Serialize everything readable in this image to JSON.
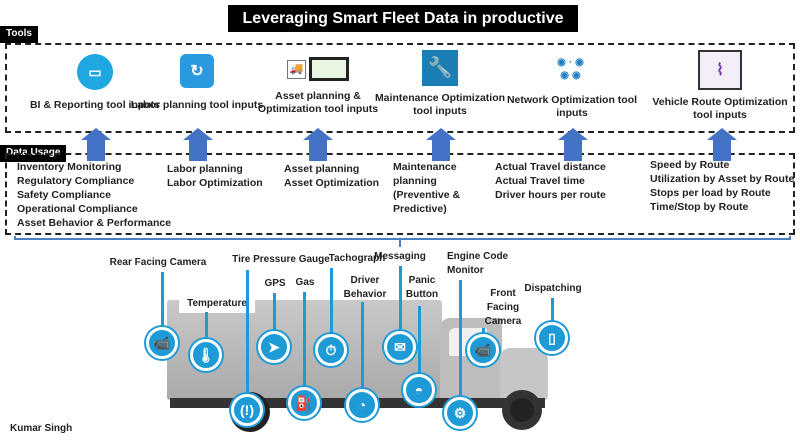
{
  "title": "Leveraging Smart Fleet Data in productive ways",
  "tools_label": "Tools",
  "data_usage_label": "Data Usage",
  "tools": [
    {
      "label": "BI & Reporting tool inputs",
      "icon": "bi-dashboard-icon"
    },
    {
      "label": "Labor planning tool inputs",
      "icon": "labor-cycle-icon"
    },
    {
      "label": "Asset planning & Optimization tool inputs",
      "icon": "trucks-monitor-icon"
    },
    {
      "label": "Maintenance Optimization tool inputs",
      "icon": "wrench-hand-icon"
    },
    {
      "label": "Network Optimization tool inputs",
      "icon": "network-icon"
    },
    {
      "label": "Vehicle Route Optimization tool inputs",
      "icon": "route-map-icon"
    }
  ],
  "usage": [
    [
      "Inventory Monitoring",
      "Regulatory Compliance",
      "Safety Compliance",
      "Operational Compliance",
      "Asset Behavior & Performance"
    ],
    [
      "Labor planning",
      "Labor Optimization"
    ],
    [
      "Asset planning",
      "Asset Optimization"
    ],
    [
      "Maintenance planning (Preventive & Predictive)"
    ],
    [
      "Actual Travel distance",
      "Actual Travel time",
      "Driver hours per route"
    ],
    [
      "Speed by Route",
      "Utilization by Asset by Route",
      "Stops per load by Route",
      "Time/Stop by Route"
    ]
  ],
  "features": [
    {
      "label": "Rear Facing Camera",
      "icon": "camera-icon"
    },
    {
      "label": "Temperature",
      "icon": "thermometer-icon"
    },
    {
      "label": "Tire Pressure Gauge",
      "icon": "tire-pressure-icon"
    },
    {
      "label": "GPS",
      "icon": "gps-arrow-icon"
    },
    {
      "label": "Gas",
      "icon": "fuel-pump-icon"
    },
    {
      "label": "Tachograph",
      "icon": "stopwatch-icon"
    },
    {
      "label": "Driver Behavior",
      "icon": "speedometer-icon"
    },
    {
      "label": "Messaging",
      "icon": "envelope-icon"
    },
    {
      "label": "Panic Button",
      "icon": "panic-button-icon"
    },
    {
      "label": "Engine Code Monitor",
      "icon": "engine-icon"
    },
    {
      "label": "Front Facing Camera",
      "icon": "camera-icon"
    },
    {
      "label": "Dispatching",
      "icon": "phone-icon"
    }
  ],
  "author": "Kumar Singh",
  "colors": {
    "accent": "#1e9bd7",
    "arrow": "#4472c4"
  }
}
